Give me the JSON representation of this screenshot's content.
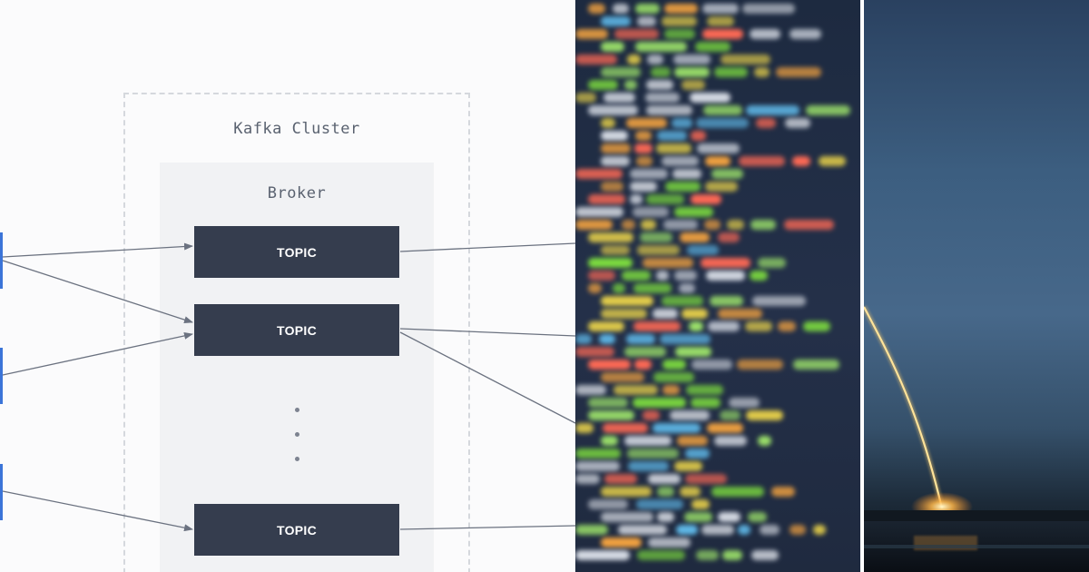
{
  "diagram": {
    "cluster_label": "Kafka Cluster",
    "broker_label": "Broker",
    "topics": [
      {
        "label": "TOPIC"
      },
      {
        "label": "TOPIC"
      },
      {
        "label": "TOPIC"
      }
    ],
    "colors": {
      "topic_fill": "#353d4e",
      "producer_accent": "#3b74d8",
      "arrow": "#6b7280"
    }
  },
  "photos": [
    {
      "subject": "blurred-code-screen"
    },
    {
      "subject": "rocket-launch-trail"
    }
  ]
}
